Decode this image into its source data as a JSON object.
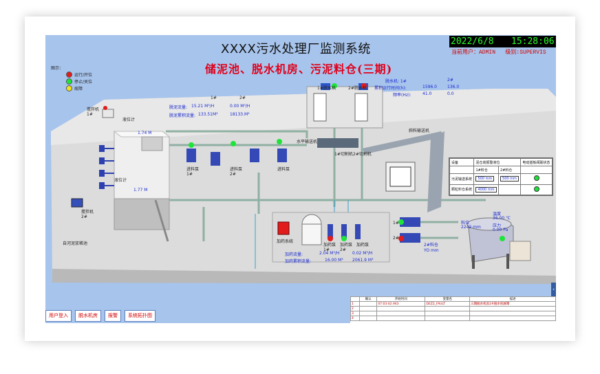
{
  "header": {
    "title": "XXXX污水处理厂监测系统",
    "date": "2022/6/8",
    "time": "15:28:06",
    "current_user_label": "当前用户：",
    "current_user": "ADMIN",
    "level_label": "级别:",
    "level": "SUPERVIS",
    "subtitle": "储泥池、脱水机房、污泥料仓(三期)"
  },
  "legend": {
    "title": "图示：",
    "items": [
      {
        "label": "运行/开位",
        "color": "#e21b1b"
      },
      {
        "label": "停止/关位",
        "color": "#1ee43a"
      },
      {
        "label": "故障",
        "color": "#f3e21a"
      }
    ]
  },
  "process": {
    "pump_left_1": "搅拌机\n1#",
    "pump_left_2": "搅拌机\n2#",
    "level_gauge_1": "液位计",
    "level_gauge_2": "液位计",
    "level_1": "1.74 M",
    "level_2": "1.77 M",
    "inflow_label": "自河泥浆稀池",
    "flow_hdr_1": "1#",
    "flow_hdr_2": "2#",
    "mud_flow_label": "脱泥流量:",
    "mud_flow_1": "15.21 M³/H",
    "mud_flow_2": "0.00 M³/H",
    "mud_total_label": "脱泥累积流量:",
    "mud_total_1": "133.51M³",
    "mud_total_2": "18133.M³",
    "feed_pump_1": "进料泵\n1#",
    "feed_pump_2": "进料泵\n2#",
    "feed_pump_3": "进料泵",
    "horizontal_conveyor": "水平输送机",
    "cutter_1": "1#切割机",
    "cutter_2": "2#切割机",
    "dewater_1": "1#脱水机",
    "dewater_2": "2#脱水机",
    "dewater_run_hdr": "脱水机: 1#",
    "dewater_run_hdr2": "2#",
    "run_time_label": "累积运行时间(h):",
    "run_time_1": "1596.0",
    "run_time_2": "136.0",
    "freq_label": "频率(Hz):",
    "freq_1": "41.0",
    "freq_2": "0.0",
    "incline_conveyor": "斜料输送机",
    "dosing_system": "加药系统",
    "dose_pump_1": "加药泵\n1#",
    "dose_pump_2": "加药泵\n2#",
    "dose_pump_3": "加药泵",
    "dose_flow_label": "加药流量:",
    "dose_flow_1": "2.04 M³/H",
    "dose_flow_2": "0.02 M³/H",
    "dose_total_label": "加药累积流量:",
    "dose_total_1": "16.00 M³",
    "dose_total_2": "2061.9 M³",
    "screw_pump_1": "1#",
    "screw_pump_2": "2#",
    "screw_pump_label": "2#料仓",
    "silo_label": "料位",
    "silo_temp_label": "温度",
    "silo_temp": "36.00 ℃",
    "silo_pressure_label": "压力",
    "silo_pressure": "0.00 Pa",
    "silo_level": "2242 mm",
    "silo_bottom": "YO mm"
  },
  "control_panel": {
    "col1": "设备",
    "col2": "泥仓高报警液位",
    "col3": "电动插板阀联状态",
    "sub1": "1#料仓",
    "sub2": "2#料仓",
    "row1_label": "污泥输送系统",
    "row1_v1": "500 mm",
    "row1_v2": "500 mm",
    "row2_label": "颗粒料仓系统",
    "row2_v1": "4000 mm"
  },
  "nav": {
    "login": "用户登入",
    "dewater_room": "脱水机房",
    "alarm": "报警",
    "topology": "系统拓扑图"
  },
  "alarm_table": {
    "headers": [
      "确认",
      "开始时间",
      "变量名",
      "描述"
    ],
    "rows": [
      {
        "no": "1",
        "time": "07:03:42.943",
        "var": "DEZ2_FAULT",
        "desc": "三期脱水机房2#脱水机故障"
      },
      {
        "no": "2",
        "time": "",
        "var": "",
        "desc": ""
      },
      {
        "no": "3",
        "time": "",
        "var": "",
        "desc": ""
      },
      {
        "no": "4",
        "time": "",
        "var": "",
        "desc": ""
      }
    ]
  },
  "colors": {
    "background": "#a7c4ec",
    "floor": "#e1e1e1",
    "title_red": "#e0001a",
    "clock_green": "#28ff2c"
  }
}
